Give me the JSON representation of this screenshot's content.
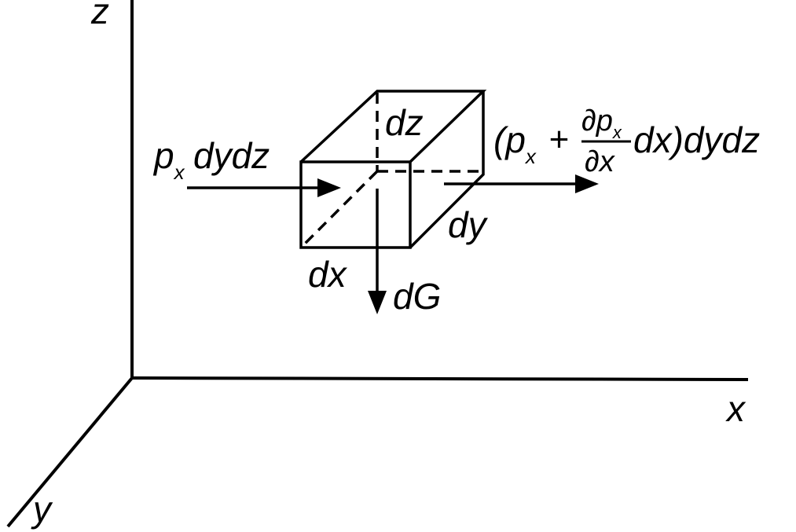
{
  "axes": {
    "x": "x",
    "y": "y",
    "z": "z"
  },
  "element": {
    "dx": "dx",
    "dy": "dy",
    "dz": "dz"
  },
  "forces": {
    "left_p": "p",
    "left_sub": "x",
    "left_rest": "dydz",
    "right_open": "(p",
    "right_sub": "x",
    "right_plus": "+",
    "frac_num_partial": "∂",
    "frac_num_p": "p",
    "frac_num_sub": "x",
    "frac_den": "∂x",
    "right_tail": "dx)dydz",
    "weight": "dG"
  }
}
